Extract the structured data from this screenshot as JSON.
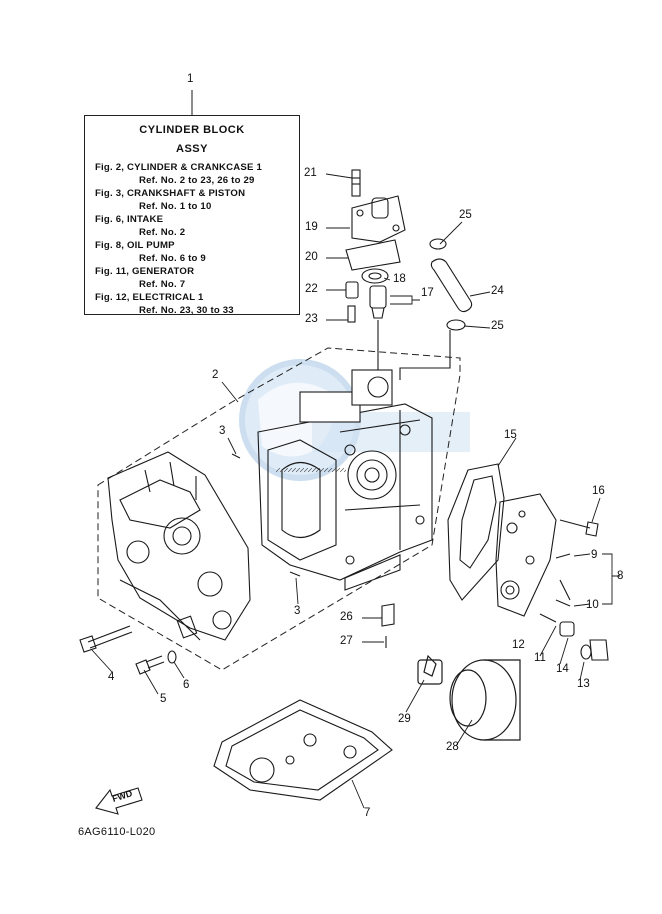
{
  "title_number": "1",
  "info_box": {
    "title_line1": "CYLINDER BLOCK",
    "title_line2": "ASSY",
    "lines": [
      "Fig. 2, CYLINDER & CRANKCASE 1",
      "Ref. No. 2 to 23, 26 to 29",
      "Fig. 3, CRANKSHAFT & PISTON",
      "Ref. No. 1 to 10",
      "Fig. 6, INTAKE",
      "Ref. No. 2",
      "Fig. 8, OIL PUMP",
      "Ref. No. 6 to 9",
      "Fig. 11, GENERATOR",
      "Ref. No. 7",
      "Fig. 12, ELECTRICAL 1",
      "Ref. No. 23, 30 to 33"
    ]
  },
  "callouts": [
    "2",
    "3",
    "3",
    "4",
    "5",
    "6",
    "7",
    "8",
    "9",
    "10",
    "11",
    "12",
    "13",
    "14",
    "15",
    "16",
    "17",
    "18",
    "19",
    "20",
    "21",
    "22",
    "23",
    "24",
    "25",
    "25",
    "26",
    "27",
    "28",
    "29"
  ],
  "fwd_label": "FWD",
  "part_code": "6AG6110-L020",
  "colors": {
    "line": "#1a1a1a",
    "watermark": "#9fc4e6"
  }
}
